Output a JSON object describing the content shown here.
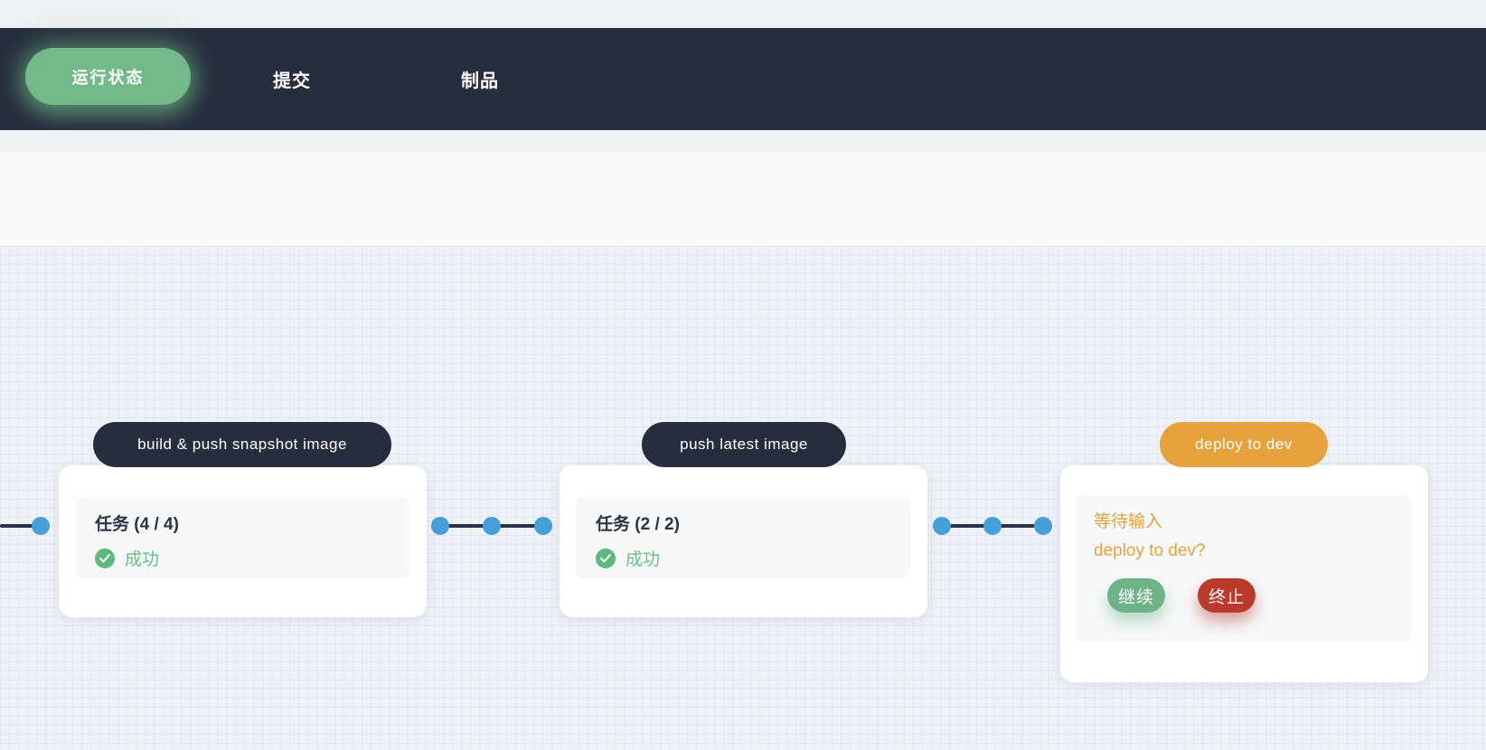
{
  "nav": {
    "tabs": [
      {
        "label": "运行状态",
        "active": true
      },
      {
        "label": "提交",
        "active": false
      },
      {
        "label": "制品",
        "active": false
      }
    ]
  },
  "pipeline": {
    "stages": [
      {
        "title": "build & push snapshot image",
        "state": "success",
        "tasks_label": "任务 (4 / 4)",
        "status_label": "成功"
      },
      {
        "title": "push latest image",
        "state": "success",
        "tasks_label": "任务 (2 / 2)",
        "status_label": "成功"
      },
      {
        "title": "deploy to dev",
        "state": "waiting-input",
        "prompt_title": "等待输入",
        "prompt_question": "deploy to dev?",
        "continue_label": "继续",
        "abort_label": "终止"
      }
    ]
  },
  "icons": {
    "success_check": "check-circle-icon"
  },
  "colors": {
    "navbar_bg": "#262d3d",
    "active_tab_green": "#73b98a",
    "stage_pill_dark": "#262d3d",
    "stage_pill_warning": "#e6a23c",
    "success_green": "#5cb87c",
    "success_text": "#67bf83",
    "warning_text": "#e6a23c",
    "continue_green": "#6fb287",
    "abort_red": "#ba3a2c",
    "node_blue": "#469fd7",
    "edge_dark": "#2b3247",
    "canvas_bg": "#eef1f6",
    "grid_line": "#e3e7ef"
  }
}
